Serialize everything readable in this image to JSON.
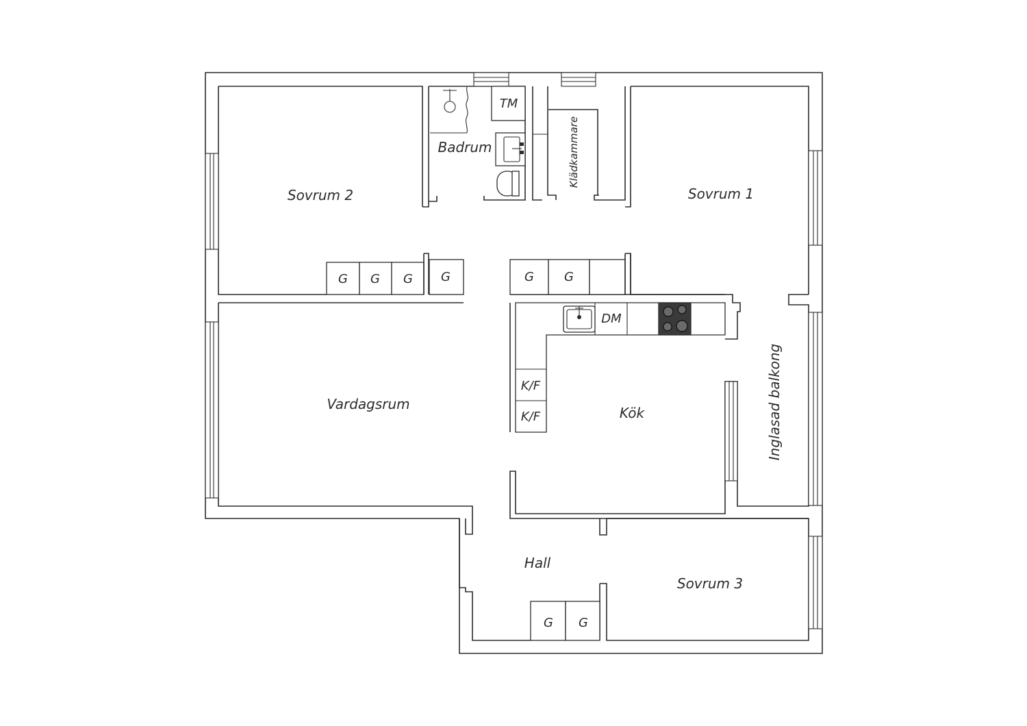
{
  "rooms": {
    "sovrum2": "Sovrum 2",
    "badrum": "Badrum",
    "kladkammare": "Klädkammare",
    "sovrum1": "Sovrum 1",
    "vardagsrum": "Vardagsrum",
    "kok": "Kök",
    "balkong": "Inglasad balkong",
    "hall": "Hall",
    "sovrum3": "Sovrum 3"
  },
  "fixtures": {
    "wardrobe": "G",
    "washing_machine": "TM",
    "dishwasher": "DM",
    "fridge_freezer": "K/F"
  },
  "colors": {
    "line": "#2b2b2b",
    "background": "#ffffff",
    "hob": "#3a3a3a"
  }
}
